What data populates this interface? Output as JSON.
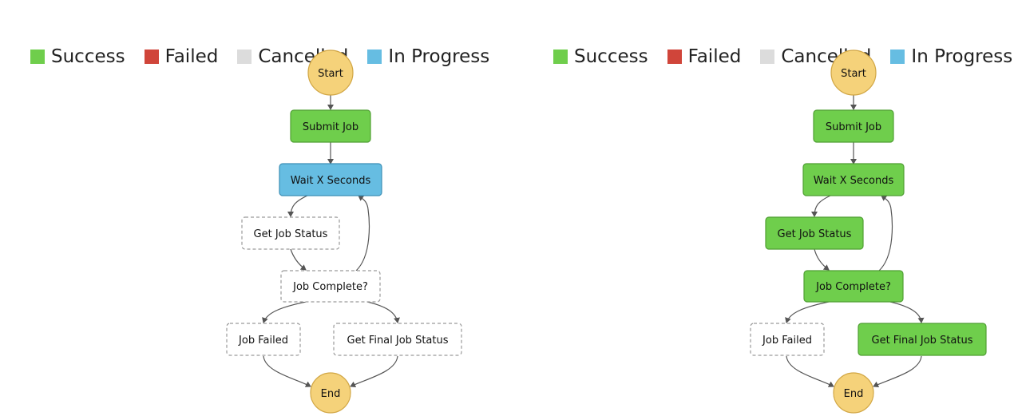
{
  "legend": {
    "success": "Success",
    "failed": "Failed",
    "cancelled": "Cancelled",
    "in_progress": "In Progress"
  },
  "colors": {
    "success": "#6fce4c",
    "failed": "#d0453a",
    "cancelled": "#dcdcdc",
    "in_progress": "#66bde2",
    "terminal": "#f5d27a",
    "not_started": "#ffffff"
  },
  "graphs": [
    {
      "start": "Start",
      "end": "End",
      "states": {
        "submit_job": {
          "label": "Submit Job",
          "status": "success"
        },
        "wait": {
          "label": "Wait X Seconds",
          "status": "in_progress"
        },
        "get_status": {
          "label": "Get Job Status",
          "status": "not_started"
        },
        "job_complete": {
          "label": "Job Complete?",
          "status": "not_started"
        },
        "job_failed": {
          "label": "Job Failed",
          "status": "not_started"
        },
        "get_final": {
          "label": "Get Final Job Status",
          "status": "not_started"
        }
      }
    },
    {
      "start": "Start",
      "end": "End",
      "states": {
        "submit_job": {
          "label": "Submit Job",
          "status": "success"
        },
        "wait": {
          "label": "Wait X Seconds",
          "status": "success"
        },
        "get_status": {
          "label": "Get Job Status",
          "status": "success"
        },
        "job_complete": {
          "label": "Job Complete?",
          "status": "success"
        },
        "job_failed": {
          "label": "Job Failed",
          "status": "not_started"
        },
        "get_final": {
          "label": "Get Final Job Status",
          "status": "success"
        }
      }
    }
  ]
}
